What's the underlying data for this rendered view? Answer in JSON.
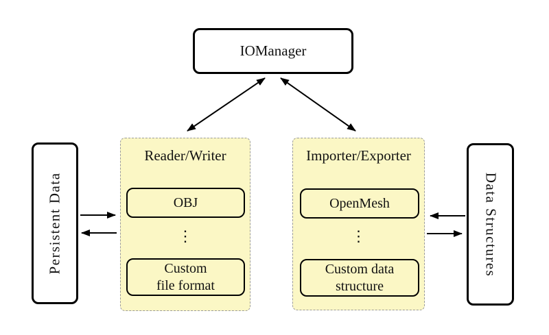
{
  "colors": {
    "background": "#ffffff",
    "group_fill": "#fbf7c5",
    "group_border": "#9a9a9a",
    "node_fill": "#ffffff",
    "line": "#000000"
  },
  "nodes": {
    "iomanager": {
      "label": "IOManager"
    },
    "persistent_data": {
      "label": "Persistent Data"
    },
    "data_structures": {
      "label": "Data Structures"
    },
    "reader_writer": {
      "title": "Reader/Writer",
      "dots": "⋮",
      "items": [
        {
          "label": "OBJ"
        },
        {
          "label": "Custom file format",
          "line1": "Custom",
          "line2": "file format"
        }
      ]
    },
    "importer_exporter": {
      "title": "Importer/Exporter",
      "dots": "⋮",
      "items": [
        {
          "label": "OpenMesh"
        },
        {
          "label": "Custom data structure",
          "line1": "Custom data",
          "line2": "structure"
        }
      ]
    }
  }
}
